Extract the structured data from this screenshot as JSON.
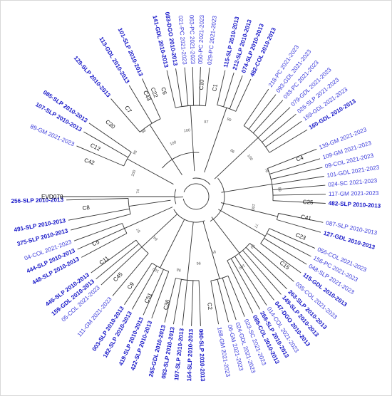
{
  "colors": {
    "recent": "#3a3adb",
    "older": "#1717c8",
    "internal": "#111111",
    "outgroup": "#000000"
  },
  "root_label": "EVD070",
  "internal_labels": [
    {
      "name": "C1",
      "angle": -80
    },
    {
      "name": "C4",
      "angle": -20
    },
    {
      "name": "C5",
      "angle": 155
    },
    {
      "name": "C6",
      "angle": -107
    },
    {
      "name": "C7",
      "angle": -128
    },
    {
      "name": "C8",
      "angle": 174
    },
    {
      "name": "C9",
      "angle": 126
    },
    {
      "name": "C10",
      "angle": -87
    },
    {
      "name": "C11",
      "angle": 145
    },
    {
      "name": "C12",
      "angle": -154
    },
    {
      "name": "C15",
      "angle": 38
    },
    {
      "name": "C22",
      "angle": -112
    },
    {
      "name": "C23",
      "angle": 21
    },
    {
      "name": "C25",
      "angle": 3
    },
    {
      "name": "C30",
      "angle": -140
    },
    {
      "name": "C36",
      "angle": 105
    },
    {
      "name": "C41",
      "angle": 11
    },
    {
      "name": "C42",
      "angle": -162
    },
    {
      "name": "C43",
      "angle": -116
    },
    {
      "name": "C45",
      "angle": 134
    },
    {
      "name": "C51",
      "angle": 115
    },
    {
      "name": "C2",
      "angle": 83
    }
  ],
  "leaves": [
    {
      "label": "256-SLP 2010-2013",
      "angle": 178.5,
      "group": "older"
    },
    {
      "label": "491-SLP 2010-2013",
      "angle": 169.5,
      "group": "older"
    },
    {
      "label": "375-SLP 2010-2013",
      "angle": 165.0,
      "group": "older"
    },
    {
      "label": "89-GM 2021-2023",
      "angle": -157.0,
      "group": "recent"
    },
    {
      "label": "107-SLP 2010-2013",
      "angle": -150.0,
      "group": "older"
    },
    {
      "label": "085-SLP 2010-2013",
      "angle": -145.5,
      "group": "older"
    },
    {
      "label": "129-SLP 2010-2013",
      "angle": -131.0,
      "group": "older"
    },
    {
      "label": "113-GDL 2010-2013",
      "angle": -121.0,
      "group": "older"
    },
    {
      "label": "101-SLP 2010-2013",
      "angle": -114.5,
      "group": "older"
    },
    {
      "label": "141-GDL 2010-2013",
      "angle": -103.0,
      "group": "older"
    },
    {
      "label": "083-DGO 2010-2013",
      "angle": -99.0,
      "group": "older"
    },
    {
      "label": "021-PC 2021-2023",
      "angle": -95.0,
      "group": "recent"
    },
    {
      "label": "063-PC 2021-2023",
      "angle": -91.5,
      "group": "recent"
    },
    {
      "label": "050-PC 2021-2023",
      "angle": -88.0,
      "group": "recent"
    },
    {
      "label": "029-PC 2021-2023",
      "angle": -84.0,
      "group": "recent"
    },
    {
      "label": "115-SLP 2010-2013",
      "angle": -77.0,
      "group": "older"
    },
    {
      "label": "212-SLP 2010-2013",
      "angle": -73.0,
      "group": "older"
    },
    {
      "label": "074-SLP 2010-2013",
      "angle": -69.0,
      "group": "older"
    },
    {
      "label": "482-COL 2010-2013",
      "angle": -65.0,
      "group": "older"
    },
    {
      "label": "218-PC 2021-2023",
      "angle": -56.0,
      "group": "recent"
    },
    {
      "label": "093-GDL 2021-2023",
      "angle": -52.0,
      "group": "recent"
    },
    {
      "label": "033-PC 2021-2023",
      "angle": -48.0,
      "group": "recent"
    },
    {
      "label": "079-GDL 2021-2023",
      "angle": -43.5,
      "group": "recent"
    },
    {
      "label": "026-SLP 2021-2023",
      "angle": -39.5,
      "group": "recent"
    },
    {
      "label": "159-GDL 2021-2023",
      "angle": -35.5,
      "group": "recent"
    },
    {
      "label": "160-GDL 2010-2013",
      "angle": -31.0,
      "group": "older"
    },
    {
      "label": "139-GM 2021-2023",
      "angle": -21.5,
      "group": "recent"
    },
    {
      "label": "109-GM 2021-2023",
      "angle": -17.0,
      "group": "recent"
    },
    {
      "label": "09-COL 2021-2023",
      "angle": -13.0,
      "group": "recent"
    },
    {
      "label": "101-GDL 2021-2023",
      "angle": -9.0,
      "group": "recent"
    },
    {
      "label": "024-SC 2021-2023",
      "angle": -5.0,
      "group": "recent"
    },
    {
      "label": "117-GM 2021-2023",
      "angle": -1.0,
      "group": "recent"
    },
    {
      "label": "482-SLP 2010-2013",
      "angle": 3.0,
      "group": "older"
    },
    {
      "label": "087-SLP 2010-2013",
      "angle": 11.5,
      "group": "recent"
    },
    {
      "label": "127-GDL 2010-2013",
      "angle": 16.0,
      "group": "older"
    },
    {
      "label": "056-COL 2021-2023",
      "angle": 23.5,
      "group": "recent"
    },
    {
      "label": "156-PC 2021-2023",
      "angle": 27.5,
      "group": "recent"
    },
    {
      "label": "048-SLP 2021-2023",
      "angle": 31.5,
      "group": "recent"
    },
    {
      "label": "115-GDL 2010-2013",
      "angle": 36.0,
      "group": "older"
    },
    {
      "label": "035-COL 2021-2023",
      "angle": 41.0,
      "group": "recent"
    },
    {
      "label": "263-SLP 2010-2013",
      "angle": 45.5,
      "group": "older"
    },
    {
      "label": "149-SLP 2010-2013",
      "angle": 49.0,
      "group": "older"
    },
    {
      "label": "047-DGO 2010-2013",
      "angle": 53.0,
      "group": "older"
    },
    {
      "label": "014-COL 2021-2023",
      "angle": 57.0,
      "group": "recent"
    },
    {
      "label": "268-SLP 2010-2013",
      "angle": 60.5,
      "group": "older"
    },
    {
      "label": "085-COL 2010-2013",
      "angle": 64.0,
      "group": "older"
    },
    {
      "label": "023-SC 2021-2023",
      "angle": 68.0,
      "group": "recent"
    },
    {
      "label": "024-GDL 2021-2023",
      "angle": 72.0,
      "group": "recent"
    },
    {
      "label": "06-GM 2021-2023",
      "angle": 75.5,
      "group": "recent"
    },
    {
      "label": "168-GM 2021-2023",
      "angle": 80.0,
      "group": "recent"
    },
    {
      "label": "060-SLP 2010-2013",
      "angle": 88.0,
      "group": "older"
    },
    {
      "label": "164-SLP 2010-2013",
      "angle": 92.0,
      "group": "older"
    },
    {
      "label": "197-SLP 2010-2013",
      "angle": 96.0,
      "group": "older"
    },
    {
      "label": "083-SLP 2010-2013",
      "angle": 100.0,
      "group": "older"
    },
    {
      "label": "265-GDL 2010-2013",
      "angle": 104.0,
      "group": "older"
    },
    {
      "label": "422-SLP 2010-2013",
      "angle": 110.0,
      "group": "older"
    },
    {
      "label": "419-SLP 2010-2013",
      "angle": 114.0,
      "group": "older"
    },
    {
      "label": "182-SLP 2010-2013",
      "angle": 119.5,
      "group": "older"
    },
    {
      "label": "003-SLP 2010-2013",
      "angle": 123.5,
      "group": "older"
    },
    {
      "label": "111-GM 2021-2023",
      "angle": 130.0,
      "group": "recent"
    },
    {
      "label": "05-COL 2021-2023",
      "angle": 137.0,
      "group": "recent"
    },
    {
      "label": "159-GDL 2010-2013",
      "angle": 140.5,
      "group": "older"
    },
    {
      "label": "445-SLP 2010-2013",
      "angle": 144.0,
      "group": "older"
    },
    {
      "label": "448-SLP 2010-2013",
      "angle": 152.0,
      "group": "older"
    },
    {
      "label": "444-SLP 2010-2013",
      "angle": 156.0,
      "group": "older"
    },
    {
      "label": "04-COL 2021-2023",
      "angle": 160.0,
      "group": "recent"
    }
  ],
  "bootstrap_values": [
    "74",
    "100",
    "96",
    "88",
    "100",
    "100",
    "97",
    "99",
    "86",
    "100",
    "78",
    "99",
    "100",
    "77",
    "99",
    "100",
    "99",
    "96",
    "98",
    "100",
    "84",
    "97"
  ]
}
